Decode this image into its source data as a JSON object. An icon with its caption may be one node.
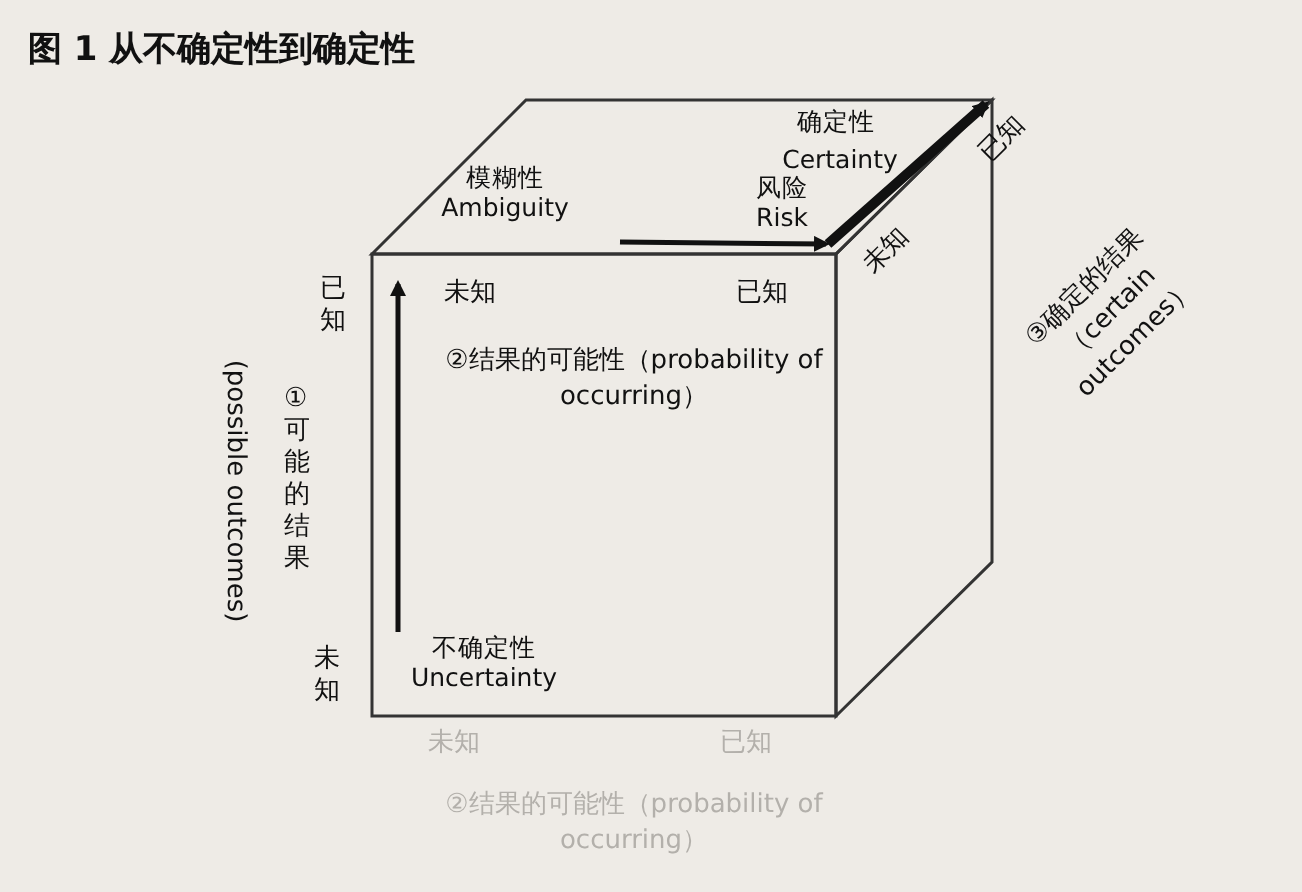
{
  "diagram": {
    "title": "图 1 从不确定性到确定性",
    "nodes": [
      {
        "text": [
          "不确定性",
          "Uncertainty"
        ]
      },
      {
        "text": [
          "模糊性",
          "Ambiguity"
        ]
      },
      {
        "text": [
          "风险",
          "Risk"
        ]
      },
      {
        "text": [
          "确定性",
          "Certainty"
        ]
      }
    ],
    "edges": [
      {
        "from": 0,
        "to": 1,
        "arrow": "to"
      },
      {
        "from": 1,
        "to": 2,
        "arrow": "to"
      },
      {
        "from": 2,
        "to": 3,
        "arrow": "to",
        "style": "thick"
      }
    ],
    "labels": [
      "已知",
      "③确定的结果（certain outcomes）",
      "未知",
      "未知",
      "已知",
      "②结果的可能性（probability of occurring）",
      "已知",
      "①可能的结果",
      "(possible outcomes)",
      "未知",
      "未知",
      "已知",
      "②结果的可能性（probability of occurring）"
    ]
  }
}
